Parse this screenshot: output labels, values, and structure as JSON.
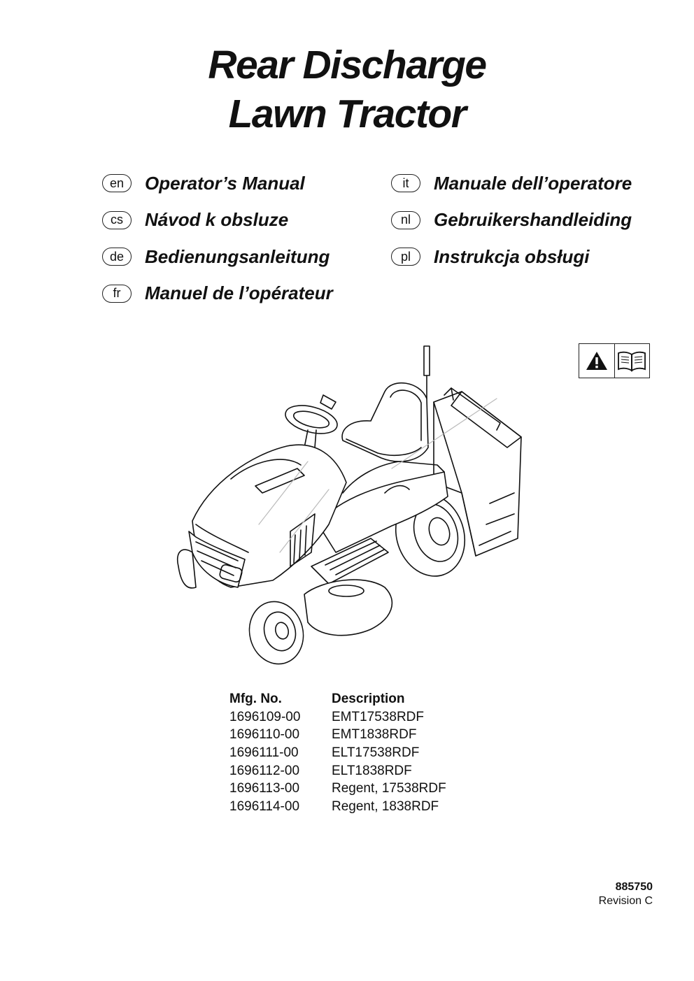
{
  "title": {
    "line1": "Rear Discharge",
    "line2": "Lawn Tractor"
  },
  "languages": {
    "left": [
      {
        "code": "en",
        "name": "Operator’s Manual"
      },
      {
        "code": "cs",
        "name": "Návod k obsluze"
      },
      {
        "code": "de",
        "name": "Bedienungsanleitung"
      },
      {
        "code": "fr",
        "name": "Manuel de l’opérateur"
      }
    ],
    "right": [
      {
        "code": "it",
        "name": "Manuale dell’operatore"
      },
      {
        "code": "nl",
        "name": "Gebruikershandleiding"
      },
      {
        "code": "pl",
        "name": "Instrukcja obsługi"
      }
    ]
  },
  "icons": {
    "warning": "warning-triangle-icon",
    "manual": "open-book-icon"
  },
  "models": {
    "headers": [
      "Mfg. No.",
      "Description"
    ],
    "rows": [
      [
        "1696109-00",
        "EMT17538RDF"
      ],
      [
        "1696110-00",
        "EMT1838RDF"
      ],
      [
        "1696111-00",
        "ELT17538RDF"
      ],
      [
        "1696112-00",
        "ELT1838RDF"
      ],
      [
        "1696113-00",
        "Regent, 17538RDF"
      ],
      [
        "1696114-00",
        "Regent, 1838RDF"
      ]
    ]
  },
  "document": {
    "number": "885750",
    "revision": "Revision C"
  }
}
